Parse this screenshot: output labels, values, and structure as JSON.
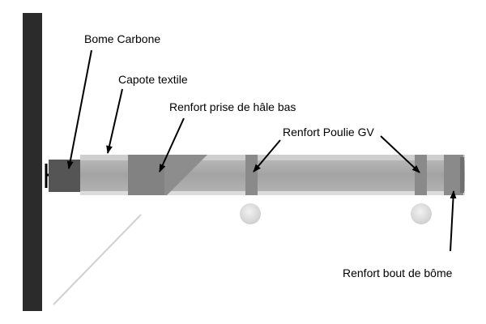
{
  "labels": {
    "boom": "Bome Carbone",
    "cover": "Capote textile",
    "vang": "Renfort prise de hâle bas",
    "pulley": "Renfort Poulie GV",
    "end": "Renfort bout de bôme"
  },
  "colors": {
    "mast": "#2b2b2b",
    "boom_core": "#555555",
    "cover_fill": "#a6a6a6",
    "cover_edge": "#d8d8d8",
    "reinforcement": "#8a8a8a",
    "vang_shadow": "#7d7d7d",
    "arrow": "#000000",
    "pulley": "#e0e0e0"
  }
}
